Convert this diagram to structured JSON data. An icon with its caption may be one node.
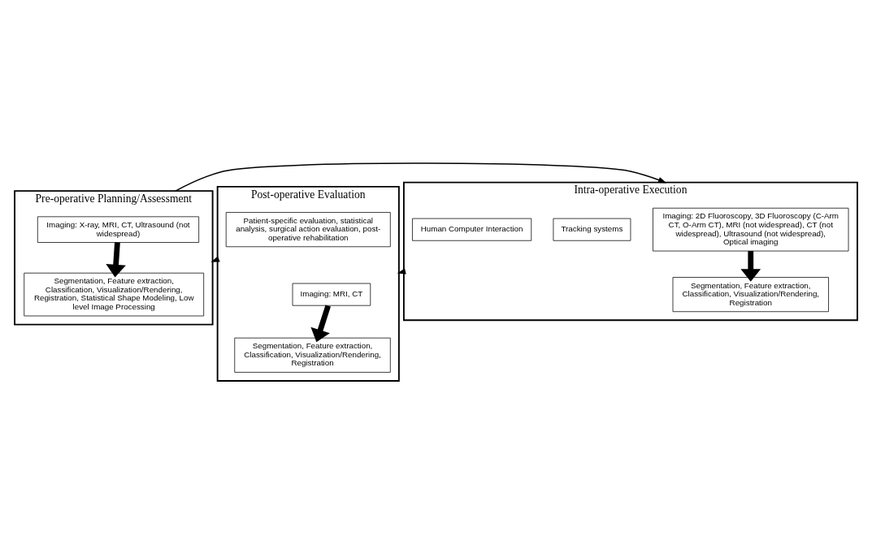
{
  "diagram": {
    "nodes": [
      {
        "text": [
          "Pre-operative Planning/Assessment"
        ]
      },
      {
        "text": [
          "Imaging: X-ray, MRI, CT, Ultrasound (not widespread)"
        ],
        "in": 0
      },
      {
        "text": [
          "Segmentation, Feature extraction, Classification, Visualization/Rendering, Registration, Statistical Shape Modeling, Low level Image Processing"
        ],
        "in": 0
      },
      {
        "text": [
          "Intra-operative Execution"
        ]
      },
      {
        "text": [
          "Imaging: 2D Fluoroscopy, 3D Fluoroscopy (C-Arm CT, O-Arm CT), MRI (not widespread), CT (not widespread), Ultrasound (not widespread), Optical imaging"
        ],
        "in": 3
      },
      {
        "text": [
          "Segmentation, Feature extraction, Classification, Visualization/Rendering, Registration"
        ],
        "in": 3
      },
      {
        "text": [
          "Tracking systems"
        ],
        "in": 3
      },
      {
        "text": [
          "Human Computer Interaction"
        ],
        "in": 3
      },
      {
        "text": [
          "Post-operative Evaluation"
        ]
      },
      {
        "text": [
          "Imaging: MRI, CT"
        ],
        "in": 8
      },
      {
        "text": [
          "Segmentation, Feature extraction, Classification, Visualization/Rendering, Registration"
        ],
        "in": 8
      },
      {
        "text": [
          "Patient-specific evaluation, statistical analysis, surgical action evaluation, post-operative rehabilitation"
        ],
        "in": 8
      }
    ],
    "edges": [
      {
        "from": 1,
        "to": 2,
        "arrow": "to",
        "style": "thick"
      },
      {
        "from": 4,
        "to": 5,
        "arrow": "to",
        "style": "thick"
      },
      {
        "from": 9,
        "to": 10,
        "arrow": "to",
        "style": "thick"
      },
      {
        "from": 0,
        "to": 3,
        "arrow": "to"
      },
      {
        "from": 3,
        "to": 8,
        "arrow": "to"
      },
      {
        "from": 8,
        "to": 0,
        "arrow": "to"
      }
    ]
  }
}
